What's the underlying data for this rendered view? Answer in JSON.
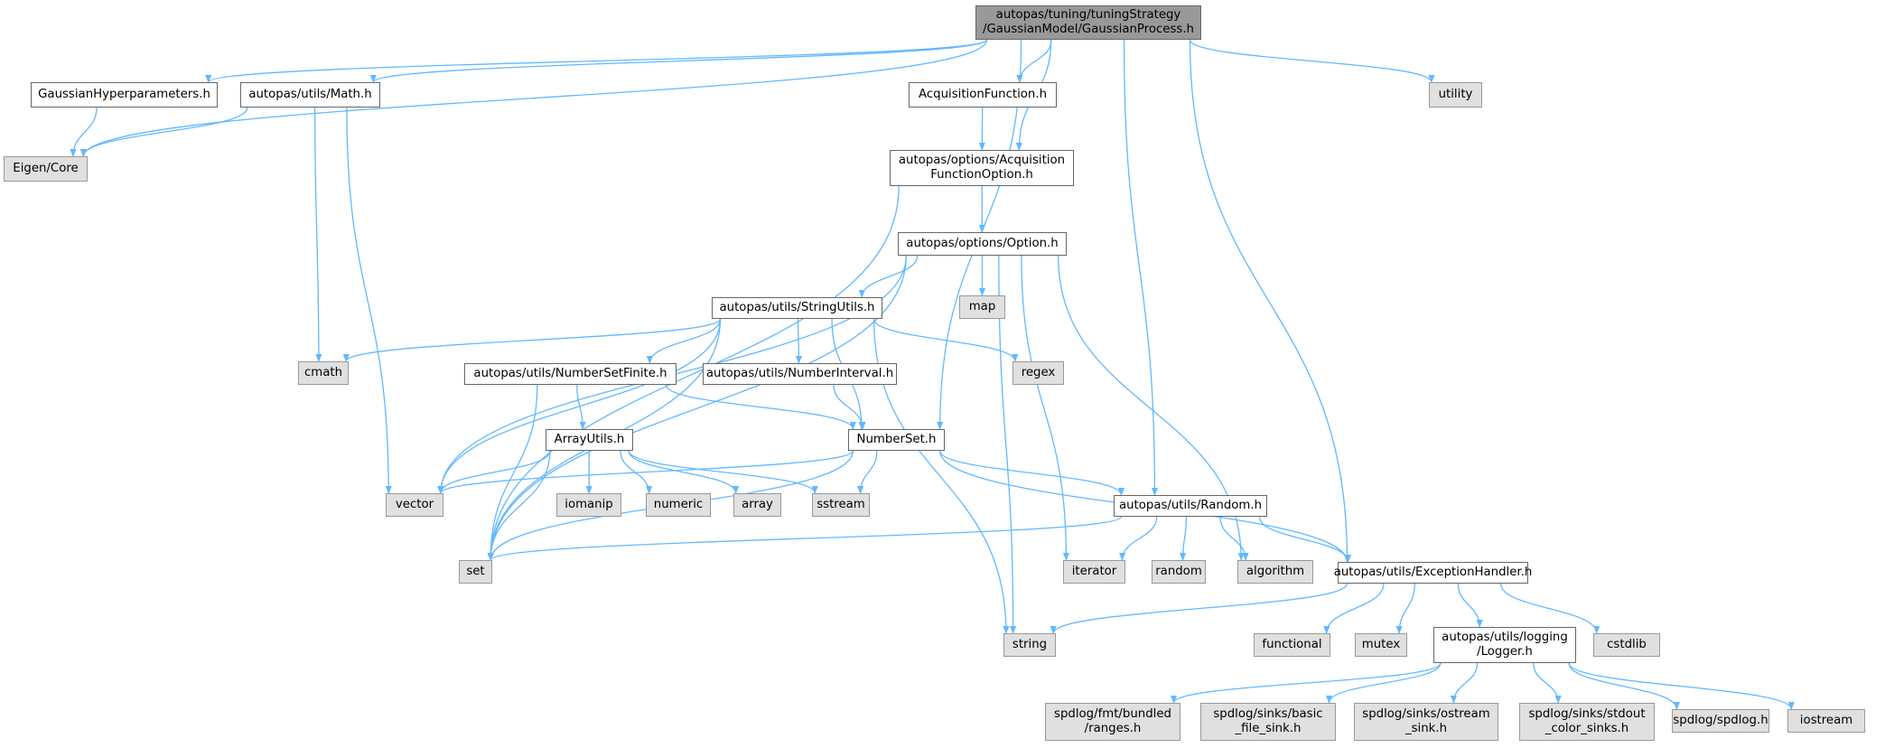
{
  "colors": {
    "edge": "#63b8ff",
    "local_fill": "#ffffff",
    "system_fill": "#e0e0e0",
    "root_fill": "#999999",
    "border": "#666666"
  },
  "nodes": [
    {
      "id": "gp",
      "kind": "root",
      "label": "autopas/tuning/tuningStrategy\n/GaussianModel/GaussianProcess.h"
    },
    {
      "id": "ghp",
      "kind": "local",
      "label": "GaussianHyperparameters.h"
    },
    {
      "id": "math",
      "kind": "local",
      "label": "autopas/utils/Math.h"
    },
    {
      "id": "acqf",
      "kind": "local",
      "label": "AcquisitionFunction.h"
    },
    {
      "id": "utility",
      "kind": "system",
      "label": "utility"
    },
    {
      "id": "eigen",
      "kind": "system",
      "label": "Eigen/Core"
    },
    {
      "id": "acqopt",
      "kind": "local",
      "label": "autopas/options/Acquisition\nFunctionOption.h"
    },
    {
      "id": "option",
      "kind": "local",
      "label": "autopas/options/Option.h"
    },
    {
      "id": "map",
      "kind": "system",
      "label": "map"
    },
    {
      "id": "strutils",
      "kind": "local",
      "label": "autopas/utils/StringUtils.h"
    },
    {
      "id": "cmath",
      "kind": "system",
      "label": "cmath"
    },
    {
      "id": "regex",
      "kind": "system",
      "label": "regex"
    },
    {
      "id": "nsf",
      "kind": "local",
      "label": "autopas/utils/NumberSetFinite.h"
    },
    {
      "id": "nint",
      "kind": "local",
      "label": "autopas/utils/NumberInterval.h"
    },
    {
      "id": "arrutils",
      "kind": "local",
      "label": "ArrayUtils.h"
    },
    {
      "id": "numset",
      "kind": "local",
      "label": "NumberSet.h"
    },
    {
      "id": "vector",
      "kind": "system",
      "label": "vector"
    },
    {
      "id": "iomanip",
      "kind": "system",
      "label": "iomanip"
    },
    {
      "id": "numeric",
      "kind": "system",
      "label": "numeric"
    },
    {
      "id": "array",
      "kind": "system",
      "label": "array"
    },
    {
      "id": "sstream",
      "kind": "system",
      "label": "sstream"
    },
    {
      "id": "random_h",
      "kind": "local",
      "label": "autopas/utils/Random.h"
    },
    {
      "id": "set",
      "kind": "system",
      "label": "set"
    },
    {
      "id": "iterator",
      "kind": "system",
      "label": "iterator"
    },
    {
      "id": "random",
      "kind": "system",
      "label": "random"
    },
    {
      "id": "algorithm",
      "kind": "system",
      "label": "algorithm"
    },
    {
      "id": "exc",
      "kind": "local",
      "label": "autopas/utils/ExceptionHandler.h"
    },
    {
      "id": "string",
      "kind": "system",
      "label": "string"
    },
    {
      "id": "functional",
      "kind": "system",
      "label": "functional"
    },
    {
      "id": "mutex",
      "kind": "system",
      "label": "mutex"
    },
    {
      "id": "logger",
      "kind": "local",
      "label": "autopas/utils/logging\n/Logger.h"
    },
    {
      "id": "cstdlib",
      "kind": "system",
      "label": "cstdlib"
    },
    {
      "id": "ranges",
      "kind": "system",
      "label": "spdlog/fmt/bundled\n/ranges.h"
    },
    {
      "id": "basicsink",
      "kind": "system",
      "label": "spdlog/sinks/basic\n_file_sink.h"
    },
    {
      "id": "ostreamsink",
      "kind": "system",
      "label": "spdlog/sinks/ostream\n_sink.h"
    },
    {
      "id": "stdoutsink",
      "kind": "system",
      "label": "spdlog/sinks/stdout\n_color_sinks.h"
    },
    {
      "id": "spdlog",
      "kind": "system",
      "label": "spdlog/spdlog.h"
    },
    {
      "id": "iostream",
      "kind": "system",
      "label": "iostream"
    }
  ],
  "edges": [
    [
      "gp",
      "ghp"
    ],
    [
      "gp",
      "math"
    ],
    [
      "gp",
      "acqf"
    ],
    [
      "gp",
      "utility"
    ],
    [
      "gp",
      "eigen"
    ],
    [
      "gp",
      "acqopt"
    ],
    [
      "gp",
      "numset"
    ],
    [
      "gp",
      "random_h"
    ],
    [
      "gp",
      "exc"
    ],
    [
      "ghp",
      "eigen"
    ],
    [
      "math",
      "eigen"
    ],
    [
      "math",
      "cmath"
    ],
    [
      "math",
      "vector"
    ],
    [
      "acqf",
      "acqopt"
    ],
    [
      "acqopt",
      "option"
    ],
    [
      "acqopt",
      "set"
    ],
    [
      "option",
      "strutils"
    ],
    [
      "option",
      "map"
    ],
    [
      "option",
      "vector"
    ],
    [
      "option",
      "set"
    ],
    [
      "option",
      "string"
    ],
    [
      "option",
      "iterator"
    ],
    [
      "option",
      "algorithm"
    ],
    [
      "strutils",
      "cmath"
    ],
    [
      "strutils",
      "regex"
    ],
    [
      "strutils",
      "nsf"
    ],
    [
      "strutils",
      "nint"
    ],
    [
      "strutils",
      "numset"
    ],
    [
      "strutils",
      "vector"
    ],
    [
      "strutils",
      "set"
    ],
    [
      "strutils",
      "string"
    ],
    [
      "nsf",
      "arrutils"
    ],
    [
      "nsf",
      "numset"
    ],
    [
      "nsf",
      "set"
    ],
    [
      "nint",
      "numset"
    ],
    [
      "arrutils",
      "vector"
    ],
    [
      "arrutils",
      "iomanip"
    ],
    [
      "arrutils",
      "numeric"
    ],
    [
      "arrutils",
      "array"
    ],
    [
      "arrutils",
      "sstream"
    ],
    [
      "arrutils",
      "set"
    ],
    [
      "numset",
      "vector"
    ],
    [
      "numset",
      "sstream"
    ],
    [
      "numset",
      "random_h"
    ],
    [
      "numset",
      "set"
    ],
    [
      "numset",
      "exc"
    ],
    [
      "random_h",
      "set"
    ],
    [
      "random_h",
      "iterator"
    ],
    [
      "random_h",
      "random"
    ],
    [
      "random_h",
      "algorithm"
    ],
    [
      "random_h",
      "exc"
    ],
    [
      "exc",
      "string"
    ],
    [
      "exc",
      "functional"
    ],
    [
      "exc",
      "mutex"
    ],
    [
      "exc",
      "logger"
    ],
    [
      "exc",
      "cstdlib"
    ],
    [
      "logger",
      "ranges"
    ],
    [
      "logger",
      "basicsink"
    ],
    [
      "logger",
      "ostreamsink"
    ],
    [
      "logger",
      "stdoutsink"
    ],
    [
      "logger",
      "spdlog"
    ],
    [
      "logger",
      "iostream"
    ]
  ]
}
